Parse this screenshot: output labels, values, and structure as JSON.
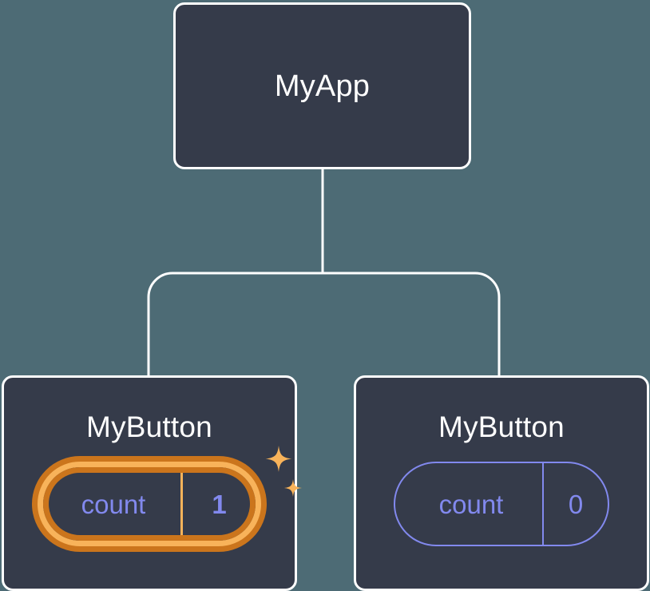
{
  "diagram": {
    "type": "component-tree",
    "background_color": "#4d6b75",
    "node_fill": "#353b4a",
    "node_border": "#ffffff",
    "accent_highlight": "#f8b35a",
    "accent_highlight_dark": "#cb751c",
    "accent_state": "#8289ee",
    "root": {
      "label": "MyApp"
    },
    "children": [
      {
        "label": "MyButton",
        "state": {
          "name": "count",
          "value": "1"
        },
        "highlighted": true,
        "sparkle_icons": [
          "sparkle-large-icon",
          "sparkle-small-icon"
        ]
      },
      {
        "label": "MyButton",
        "state": {
          "name": "count",
          "value": "0"
        },
        "highlighted": false
      }
    ]
  }
}
